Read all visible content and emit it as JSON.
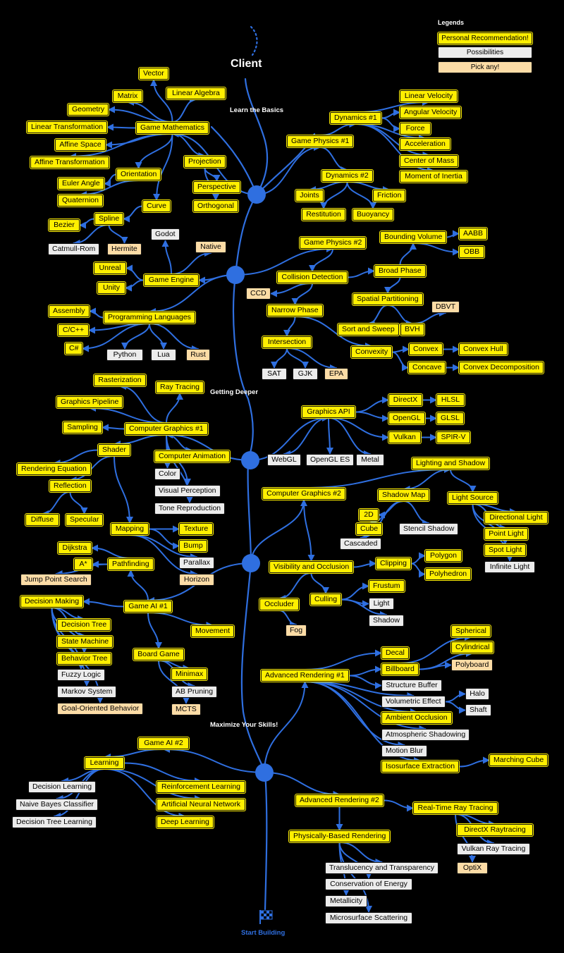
{
  "header": {
    "title": "Client",
    "legend_title": "Legends",
    "legend": [
      {
        "label": "Personal Recommendation!",
        "kind": "yellow"
      },
      {
        "label": "Possibilities",
        "kind": "white"
      },
      {
        "label": "Pick any!",
        "kind": "beige"
      }
    ]
  },
  "colors": {
    "recommendation": "#ffef00",
    "possibility": "#ececec",
    "pick_any": "#fcdca6",
    "connector": "#2f6fe0"
  },
  "sections": {
    "basics": "Learn the Basics",
    "deeper": "Getting Deeper",
    "maximize": "Maximize Your Skills!",
    "start": "Start Building"
  },
  "footer_icon": "checkered-flag-icon",
  "nodes": [
    {
      "id": "vector",
      "label": "Vector",
      "kind": "yellow"
    },
    {
      "id": "matrix",
      "label": "Matrix",
      "kind": "yellow"
    },
    {
      "id": "linear_algebra",
      "label": "Linear Algebra",
      "kind": "yellow"
    },
    {
      "id": "geometry",
      "label": "Geometry",
      "kind": "yellow"
    },
    {
      "id": "linear_transformation",
      "label": "Linear Transformation",
      "kind": "yellow"
    },
    {
      "id": "affine_space",
      "label": "Affine Space",
      "kind": "yellow"
    },
    {
      "id": "affine_transformation",
      "label": "Affine Transformation",
      "kind": "yellow"
    },
    {
      "id": "game_mathematics",
      "label": "Game Mathematics",
      "kind": "yellow"
    },
    {
      "id": "orientation",
      "label": "Orientation",
      "kind": "yellow"
    },
    {
      "id": "projection",
      "label": "Projection",
      "kind": "yellow"
    },
    {
      "id": "euler_angle",
      "label": "Euler Angle",
      "kind": "yellow"
    },
    {
      "id": "quaternion",
      "label": "Quaternion",
      "kind": "yellow"
    },
    {
      "id": "perspective",
      "label": "Perspective",
      "kind": "yellow"
    },
    {
      "id": "orthogonal",
      "label": "Orthogonal",
      "kind": "yellow"
    },
    {
      "id": "curve",
      "label": "Curve",
      "kind": "yellow"
    },
    {
      "id": "spline",
      "label": "Spline",
      "kind": "yellow"
    },
    {
      "id": "bezier",
      "label": "Bezier",
      "kind": "yellow"
    },
    {
      "id": "catmull_rom",
      "label": "Catmull-Rom",
      "kind": "white"
    },
    {
      "id": "hermite",
      "label": "Hermite",
      "kind": "beige"
    },
    {
      "id": "game_physics_1",
      "label": "Game Physics #1",
      "kind": "yellow"
    },
    {
      "id": "dynamics_1",
      "label": "Dynamics #1",
      "kind": "yellow"
    },
    {
      "id": "linear_velocity",
      "label": "Linear Velocity",
      "kind": "yellow"
    },
    {
      "id": "angular_velocity",
      "label": "Angular Velocity",
      "kind": "yellow"
    },
    {
      "id": "force",
      "label": "Force",
      "kind": "yellow"
    },
    {
      "id": "acceleration",
      "label": "Acceleration",
      "kind": "yellow"
    },
    {
      "id": "center_of_mass",
      "label": "Center of Mass",
      "kind": "yellow"
    },
    {
      "id": "moment_of_inertia",
      "label": "Moment of Inertia",
      "kind": "yellow"
    },
    {
      "id": "dynamics_2",
      "label": "Dynamics #2",
      "kind": "yellow"
    },
    {
      "id": "joints",
      "label": "Joints",
      "kind": "yellow"
    },
    {
      "id": "friction",
      "label": "Friction",
      "kind": "yellow"
    },
    {
      "id": "restitution",
      "label": "Restitution",
      "kind": "yellow"
    },
    {
      "id": "buoyancy",
      "label": "Buoyancy",
      "kind": "yellow"
    },
    {
      "id": "godot",
      "label": "Godot",
      "kind": "white"
    },
    {
      "id": "native",
      "label": "Native",
      "kind": "beige"
    },
    {
      "id": "unreal",
      "label": "Unreal",
      "kind": "yellow"
    },
    {
      "id": "unity",
      "label": "Unity",
      "kind": "yellow"
    },
    {
      "id": "game_engine",
      "label": "Game Engine",
      "kind": "yellow"
    },
    {
      "id": "assembly",
      "label": "Assembly",
      "kind": "yellow"
    },
    {
      "id": "c_cpp",
      "label": "C/C++",
      "kind": "yellow"
    },
    {
      "id": "csharp",
      "label": "C#",
      "kind": "yellow"
    },
    {
      "id": "programming_languages",
      "label": "Programming Languages",
      "kind": "yellow"
    },
    {
      "id": "python",
      "label": "Python",
      "kind": "white"
    },
    {
      "id": "lua",
      "label": "Lua",
      "kind": "white"
    },
    {
      "id": "rust",
      "label": "Rust",
      "kind": "beige"
    },
    {
      "id": "game_physics_2",
      "label": "Game Physics #2",
      "kind": "yellow"
    },
    {
      "id": "bounding_volume",
      "label": "Bounding Volume",
      "kind": "yellow"
    },
    {
      "id": "aabb",
      "label": "AABB",
      "kind": "yellow"
    },
    {
      "id": "obb",
      "label": "OBB",
      "kind": "yellow"
    },
    {
      "id": "collision_detection",
      "label": "Collision Detection",
      "kind": "yellow"
    },
    {
      "id": "broad_phase",
      "label": "Broad Phase",
      "kind": "yellow"
    },
    {
      "id": "ccd",
      "label": "CCD",
      "kind": "beige"
    },
    {
      "id": "spatial_partitioning",
      "label": "Spatial Partitioning",
      "kind": "yellow"
    },
    {
      "id": "dbvt",
      "label": "DBVT",
      "kind": "beige"
    },
    {
      "id": "narrow_phase",
      "label": "Narrow Phase",
      "kind": "yellow"
    },
    {
      "id": "sort_and_sweep",
      "label": "Sort and Sweep",
      "kind": "yellow"
    },
    {
      "id": "bvh",
      "label": "BVH",
      "kind": "yellow"
    },
    {
      "id": "intersection",
      "label": "Intersection",
      "kind": "yellow"
    },
    {
      "id": "convexity",
      "label": "Convexity",
      "kind": "yellow"
    },
    {
      "id": "convex",
      "label": "Convex",
      "kind": "yellow"
    },
    {
      "id": "convex_hull",
      "label": "Convex Hull",
      "kind": "yellow"
    },
    {
      "id": "concave",
      "label": "Concave",
      "kind": "yellow"
    },
    {
      "id": "convex_decomposition",
      "label": "Convex Decomposition",
      "kind": "yellow"
    },
    {
      "id": "sat",
      "label": "SAT",
      "kind": "white"
    },
    {
      "id": "gjk",
      "label": "GJK",
      "kind": "white"
    },
    {
      "id": "epa",
      "label": "EPA",
      "kind": "beige"
    },
    {
      "id": "rasterization",
      "label": "Rasterization",
      "kind": "yellow"
    },
    {
      "id": "ray_tracing",
      "label": "Ray Tracing",
      "kind": "yellow"
    },
    {
      "id": "graphics_pipeline",
      "label": "Graphics Pipeline",
      "kind": "yellow"
    },
    {
      "id": "sampling",
      "label": "Sampling",
      "kind": "yellow"
    },
    {
      "id": "computer_graphics_1",
      "label": "Computer Graphics #1",
      "kind": "yellow"
    },
    {
      "id": "shader",
      "label": "Shader",
      "kind": "yellow"
    },
    {
      "id": "computer_animation",
      "label": "Computer Animation",
      "kind": "yellow"
    },
    {
      "id": "rendering_equation",
      "label": "Rendering Equation",
      "kind": "yellow"
    },
    {
      "id": "color",
      "label": "Color",
      "kind": "white"
    },
    {
      "id": "reflection",
      "label": "Reflection",
      "kind": "yellow"
    },
    {
      "id": "visual_perception",
      "label": "Visual Perception",
      "kind": "white"
    },
    {
      "id": "tone_reproduction",
      "label": "Tone Reproduction",
      "kind": "white"
    },
    {
      "id": "diffuse",
      "label": "Diffuse",
      "kind": "yellow"
    },
    {
      "id": "specular",
      "label": "Specular",
      "kind": "yellow"
    },
    {
      "id": "mapping",
      "label": "Mapping",
      "kind": "yellow"
    },
    {
      "id": "texture",
      "label": "Texture",
      "kind": "yellow"
    },
    {
      "id": "bump",
      "label": "Bump",
      "kind": "yellow"
    },
    {
      "id": "parallax",
      "label": "Parallax",
      "kind": "white"
    },
    {
      "id": "horizon",
      "label": "Horizon",
      "kind": "beige"
    },
    {
      "id": "graphics_api",
      "label": "Graphics API",
      "kind": "yellow"
    },
    {
      "id": "directx",
      "label": "DirectX",
      "kind": "yellow"
    },
    {
      "id": "hlsl",
      "label": "HLSL",
      "kind": "yellow"
    },
    {
      "id": "opengl",
      "label": "OpenGL",
      "kind": "yellow"
    },
    {
      "id": "glsl",
      "label": "GLSL",
      "kind": "yellow"
    },
    {
      "id": "vulkan",
      "label": "Vulkan",
      "kind": "yellow"
    },
    {
      "id": "spir_v",
      "label": "SPIR-V",
      "kind": "yellow"
    },
    {
      "id": "webgl",
      "label": "WebGL",
      "kind": "white"
    },
    {
      "id": "opengl_es",
      "label": "OpenGL ES",
      "kind": "white"
    },
    {
      "id": "metal",
      "label": "Metal",
      "kind": "white"
    },
    {
      "id": "lighting_and_shadow",
      "label": "Lighting and Shadow",
      "kind": "yellow"
    },
    {
      "id": "computer_graphics_2",
      "label": "Computer Graphics #2",
      "kind": "yellow"
    },
    {
      "id": "shadow_map",
      "label": "Shadow Map",
      "kind": "yellow"
    },
    {
      "id": "light_source",
      "label": "Light Source",
      "kind": "yellow"
    },
    {
      "id": "2d",
      "label": "2D",
      "kind": "yellow"
    },
    {
      "id": "directional_light",
      "label": "Directional Light",
      "kind": "yellow"
    },
    {
      "id": "cube",
      "label": "Cube",
      "kind": "yellow"
    },
    {
      "id": "stencil_shadow",
      "label": "Stencil Shadow",
      "kind": "white"
    },
    {
      "id": "point_light",
      "label": "Point Light",
      "kind": "yellow"
    },
    {
      "id": "cascaded",
      "label": "Cascaded",
      "kind": "white"
    },
    {
      "id": "spot_light",
      "label": "Spot Light",
      "kind": "yellow"
    },
    {
      "id": "visibility_and_occlusion",
      "label": "Visibility and Occlusion",
      "kind": "yellow"
    },
    {
      "id": "clipping",
      "label": "Clipping",
      "kind": "yellow"
    },
    {
      "id": "polygon",
      "label": "Polygon",
      "kind": "yellow"
    },
    {
      "id": "infinite_light",
      "label": "Infinite Light",
      "kind": "white"
    },
    {
      "id": "polyhedron",
      "label": "Polyhedron",
      "kind": "yellow"
    },
    {
      "id": "dijkstra",
      "label": "Dijkstra",
      "kind": "yellow"
    },
    {
      "id": "a_star",
      "label": "A*",
      "kind": "yellow"
    },
    {
      "id": "pathfinding",
      "label": "Pathfinding",
      "kind": "yellow"
    },
    {
      "id": "jump_point_search",
      "label": "Jump Point Search",
      "kind": "beige"
    },
    {
      "id": "decision_making",
      "label": "Decision Making",
      "kind": "yellow"
    },
    {
      "id": "game_ai_1",
      "label": "Game AI #1",
      "kind": "yellow"
    },
    {
      "id": "decision_tree",
      "label": "Decision Tree",
      "kind": "yellow"
    },
    {
      "id": "state_machine",
      "label": "State Machine",
      "kind": "yellow"
    },
    {
      "id": "behavior_tree",
      "label": "Behavior Tree",
      "kind": "yellow"
    },
    {
      "id": "fuzzy_logic",
      "label": "Fuzzy Logic",
      "kind": "white"
    },
    {
      "id": "markov_system",
      "label": "Markov System",
      "kind": "white"
    },
    {
      "id": "goal_oriented_behavior",
      "label": "Goal-Oriented Behavior",
      "kind": "beige"
    },
    {
      "id": "movement",
      "label": "Movement",
      "kind": "yellow"
    },
    {
      "id": "board_game",
      "label": "Board Game",
      "kind": "yellow"
    },
    {
      "id": "minimax",
      "label": "Minimax",
      "kind": "yellow"
    },
    {
      "id": "ab_pruning",
      "label": "AB Pruning",
      "kind": "white"
    },
    {
      "id": "mcts",
      "label": "MCTS",
      "kind": "beige"
    },
    {
      "id": "occluder",
      "label": "Occluder",
      "kind": "yellow"
    },
    {
      "id": "culling",
      "label": "Culling",
      "kind": "yellow"
    },
    {
      "id": "frustum",
      "label": "Frustum",
      "kind": "yellow"
    },
    {
      "id": "light",
      "label": "Light",
      "kind": "white"
    },
    {
      "id": "shadow",
      "label": "Shadow",
      "kind": "white"
    },
    {
      "id": "fog",
      "label": "Fog",
      "kind": "beige"
    },
    {
      "id": "spherical",
      "label": "Spherical",
      "kind": "yellow"
    },
    {
      "id": "cylindrical",
      "label": "Cylindrical",
      "kind": "yellow"
    },
    {
      "id": "polyboard",
      "label": "Polyboard",
      "kind": "beige"
    },
    {
      "id": "decal",
      "label": "Decal",
      "kind": "yellow"
    },
    {
      "id": "billboard",
      "label": "Billboard",
      "kind": "yellow"
    },
    {
      "id": "advanced_rendering_1",
      "label": "Advanced Rendering #1",
      "kind": "yellow"
    },
    {
      "id": "structure_buffer",
      "label": "Structure Buffer",
      "kind": "white"
    },
    {
      "id": "volumetric_effect",
      "label": "Volumetric Effect",
      "kind": "white"
    },
    {
      "id": "halo",
      "label": "Halo",
      "kind": "white"
    },
    {
      "id": "shaft",
      "label": "Shaft",
      "kind": "white"
    },
    {
      "id": "ambient_occlusion",
      "label": "Ambient Occlusion",
      "kind": "yellow"
    },
    {
      "id": "atmospheric_shadowing",
      "label": "Atmospheric Shadowing",
      "kind": "white"
    },
    {
      "id": "motion_blur",
      "label": "Motion Blur",
      "kind": "white"
    },
    {
      "id": "isosurface_extraction",
      "label": "Isosurface Extraction",
      "kind": "yellow"
    },
    {
      "id": "marching_cube",
      "label": "Marching Cube",
      "kind": "yellow"
    },
    {
      "id": "game_ai_2",
      "label": "Game AI #2",
      "kind": "yellow"
    },
    {
      "id": "learning",
      "label": "Learning",
      "kind": "yellow"
    },
    {
      "id": "decision_learning",
      "label": "Decision Learning",
      "kind": "white"
    },
    {
      "id": "reinforcement_learning",
      "label": "Reinforcement Learning",
      "kind": "yellow"
    },
    {
      "id": "naive_bayes_classifier",
      "label": "Naive Bayes Classifier",
      "kind": "white"
    },
    {
      "id": "artificial_neural_network",
      "label": "Artificial Neural Network",
      "kind": "yellow"
    },
    {
      "id": "decision_tree_learning",
      "label": "Decision Tree Learning",
      "kind": "white"
    },
    {
      "id": "deep_learning",
      "label": "Deep Learning",
      "kind": "yellow"
    },
    {
      "id": "advanced_rendering_2",
      "label": "Advanced Rendering #2",
      "kind": "yellow"
    },
    {
      "id": "real_time_ray_tracing",
      "label": "Real-Time Ray Tracing",
      "kind": "yellow"
    },
    {
      "id": "directx_raytracing",
      "label": "DirectX Raytracing",
      "kind": "yellow"
    },
    {
      "id": "physically_based_rendering",
      "label": "Physically-Based Rendering",
      "kind": "yellow"
    },
    {
      "id": "vulkan_ray_tracing",
      "label": "Vulkan Ray Tracing",
      "kind": "white"
    },
    {
      "id": "optix",
      "label": "OptiX",
      "kind": "beige"
    },
    {
      "id": "translucency_and_transparency",
      "label": "Translucency and Transparency",
      "kind": "white"
    },
    {
      "id": "conservation_of_energy",
      "label": "Conservation of Energy",
      "kind": "white"
    },
    {
      "id": "metallicity",
      "label": "Metallicity",
      "kind": "white"
    },
    {
      "id": "microsurface_scattering",
      "label": "Microsurface Scattering",
      "kind": "white"
    }
  ]
}
